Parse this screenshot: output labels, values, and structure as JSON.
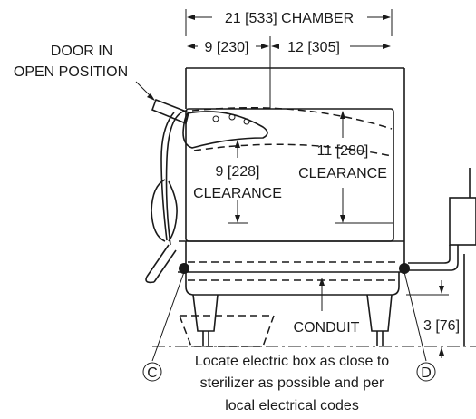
{
  "dimensions": {
    "chamber_width": "21 [533] CHAMBER",
    "left_span": "9 [230]",
    "right_span": "12 [305]",
    "right_clearance_line1": "11 [280]",
    "right_clearance_line2": "CLEARANCE",
    "left_clearance_line1": "9 [228]",
    "left_clearance_line2": "CLEARANCE",
    "conduit_drop": "3 [76]"
  },
  "callouts": {
    "door_line1": "DOOR IN",
    "door_line2": "OPEN POSITION",
    "conduit": "CONDUIT",
    "marker_c": "C",
    "marker_d": "D"
  },
  "note": {
    "line1": "Locate electric box as close to",
    "line2": "sterilizer as possible and per",
    "line3": "local electrical codes"
  }
}
